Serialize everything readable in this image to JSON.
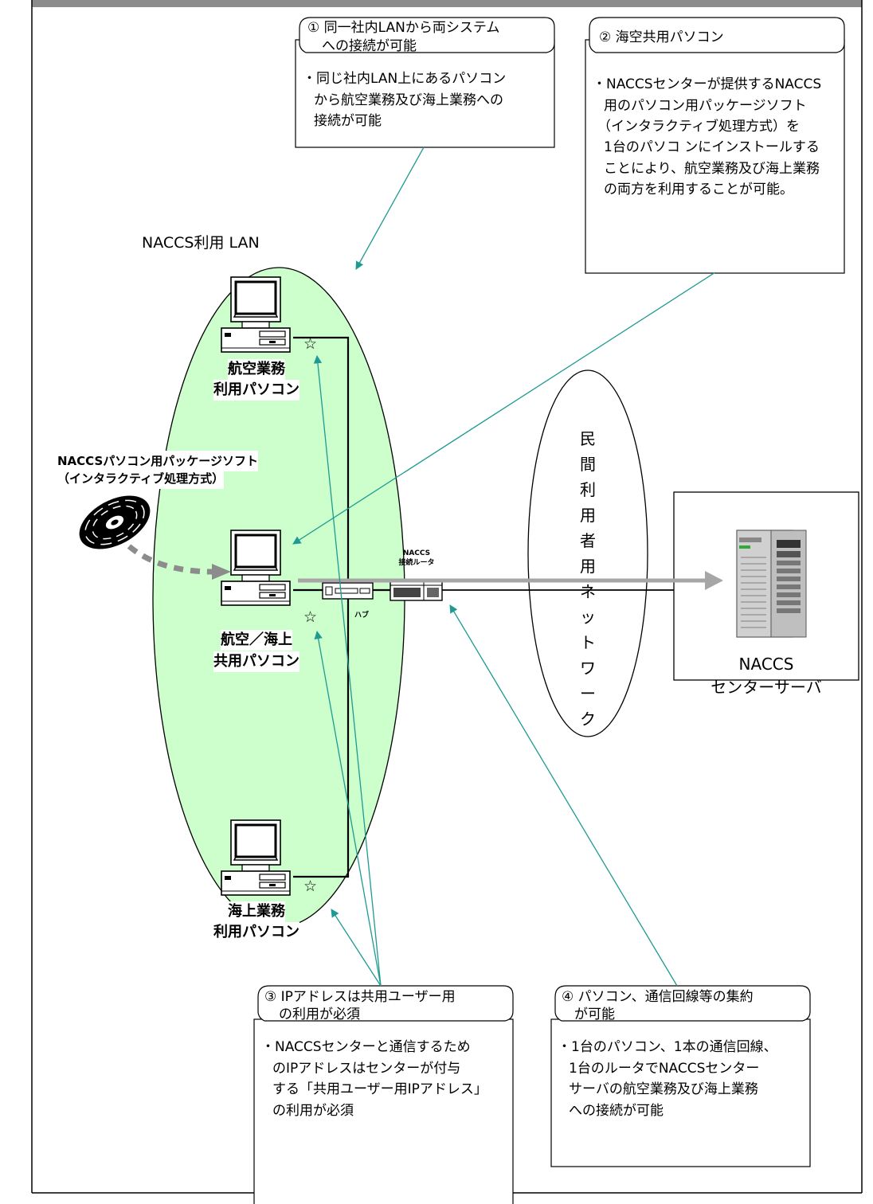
{
  "callouts": {
    "c1": {
      "title": [
        "① 同一社内LANから両システム",
        "への接続が可能"
      ],
      "body": [
        "・同じ社内LAN上にあるパソコン",
        "から航空業務及び海上業務への",
        "接続が可能"
      ]
    },
    "c2": {
      "title": [
        "② 海空共用パソコン"
      ],
      "body": [
        "・NACCSセンターが提供するNACCS",
        "用のパソコン用パッケージソフト",
        "（インタラクティブ処理方式）を",
        "1台のパソコ ンにインストールする",
        "ことにより、航空業務及び海上業務",
        "の両方を利用することが可能。"
      ]
    },
    "c3": {
      "title": [
        "③ IPアドレスは共用ユーザー用",
        "の利用が必須"
      ],
      "body": [
        "・NACCSセンターと通信するため",
        "のIPアドレスはセンターが付与",
        "する「共用ユーザー用IPアドレス」",
        "の利用が必須"
      ]
    },
    "c4": {
      "title": [
        "④ パソコン、通信回線等の集約",
        "が可能"
      ],
      "body": [
        "・1台のパソコン、1本の通信回線、",
        "1台のルータでNACCSセンター",
        "サーバの航空業務及び海上業務",
        "への接続が可能"
      ]
    }
  },
  "lan_label": "NACCS利用 LAN",
  "pcs": {
    "air": [
      "航空業務",
      "利用パソコン"
    ],
    "shared": [
      "航空／海上",
      "共用パソコン"
    ],
    "sea": [
      "海上業務",
      "利用パソコン"
    ]
  },
  "software_label": [
    "NACCSパソコン用パッケージソフト",
    "（インタラクティブ処理方式）"
  ],
  "hub_label": "ハブ",
  "router_label": [
    "NACCS",
    "接続ルータ"
  ],
  "network_label": [
    "民",
    "間",
    "利",
    "用",
    "者",
    "用",
    "ネ",
    "ッ",
    "ト",
    "ワ",
    "ー",
    "ク"
  ],
  "server_label": [
    "NACCS",
    "センターサーバ"
  ],
  "star_symbol": "☆",
  "colors": {
    "lan_fill": "#ccffcc",
    "arrow_teal": "#1f9a92",
    "header_gray": "#8c8c8c",
    "flow_gray": "#a6a6a6"
  }
}
